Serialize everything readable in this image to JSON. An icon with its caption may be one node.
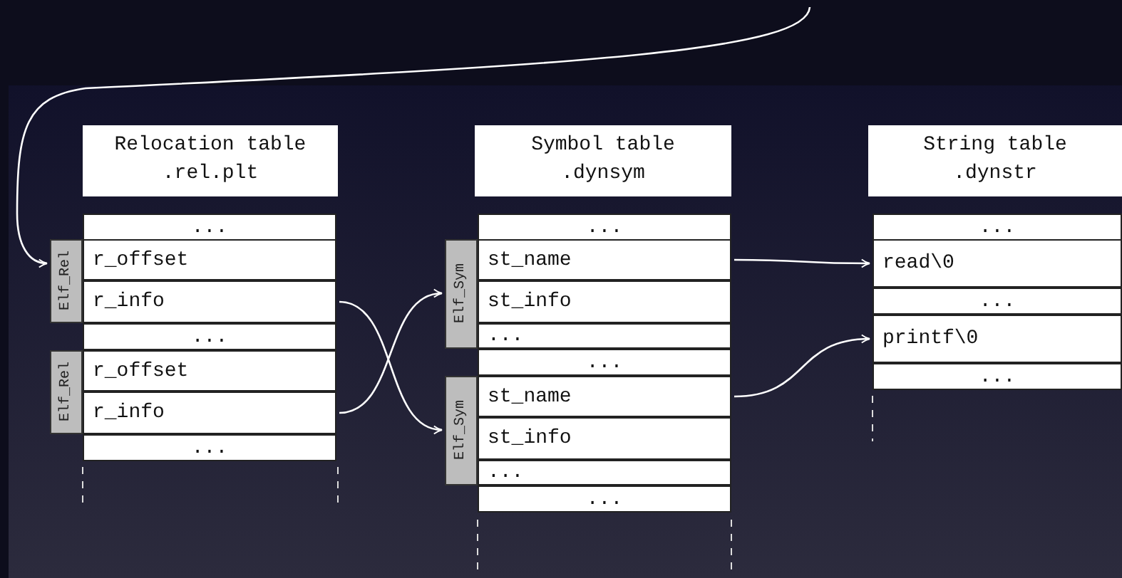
{
  "diagram": {
    "nodes": [
      {
        "text": [
          "Relocation table",
          ".rel.plt"
        ]
      },
      {
        "text": [
          "..."
        ]
      },
      {
        "text": [
          "Elf_Rel"
        ]
      },
      {
        "text": [
          "r_offset"
        ]
      },
      {
        "text": [
          "r_info"
        ]
      },
      {
        "text": [
          "..."
        ]
      },
      {
        "text": [
          "Elf_Rel"
        ]
      },
      {
        "text": [
          "r_offset"
        ]
      },
      {
        "text": [
          "r_info"
        ]
      },
      {
        "text": [
          "..."
        ]
      },
      {
        "text": [
          "Symbol table",
          ".dynsym"
        ]
      },
      {
        "text": [
          "..."
        ]
      },
      {
        "text": [
          "Elf_Sym"
        ]
      },
      {
        "text": [
          "st_name"
        ]
      },
      {
        "text": [
          "st_info"
        ]
      },
      {
        "text": [
          "..."
        ]
      },
      {
        "text": [
          "..."
        ]
      },
      {
        "text": [
          "Elf_Sym"
        ]
      },
      {
        "text": [
          "st_name"
        ]
      },
      {
        "text": [
          "st_info"
        ]
      },
      {
        "text": [
          "..."
        ]
      },
      {
        "text": [
          "..."
        ]
      },
      {
        "text": [
          "String table",
          ".dynstr"
        ]
      },
      {
        "text": [
          "..."
        ]
      },
      {
        "text": [
          "read\\0"
        ]
      },
      {
        "text": [
          "..."
        ]
      },
      {
        "text": [
          "printf\\0"
        ]
      },
      {
        "text": [
          "..."
        ]
      }
    ],
    "edges": [
      {
        "from": null,
        "to": 2,
        "arrow": "to"
      },
      {
        "from": 4,
        "to": 17,
        "arrow": "to"
      },
      {
        "from": 8,
        "to": 12,
        "arrow": "to"
      },
      {
        "from": 13,
        "to": 24,
        "arrow": "to"
      },
      {
        "from": 18,
        "to": 26,
        "arrow": "to"
      }
    ]
  }
}
